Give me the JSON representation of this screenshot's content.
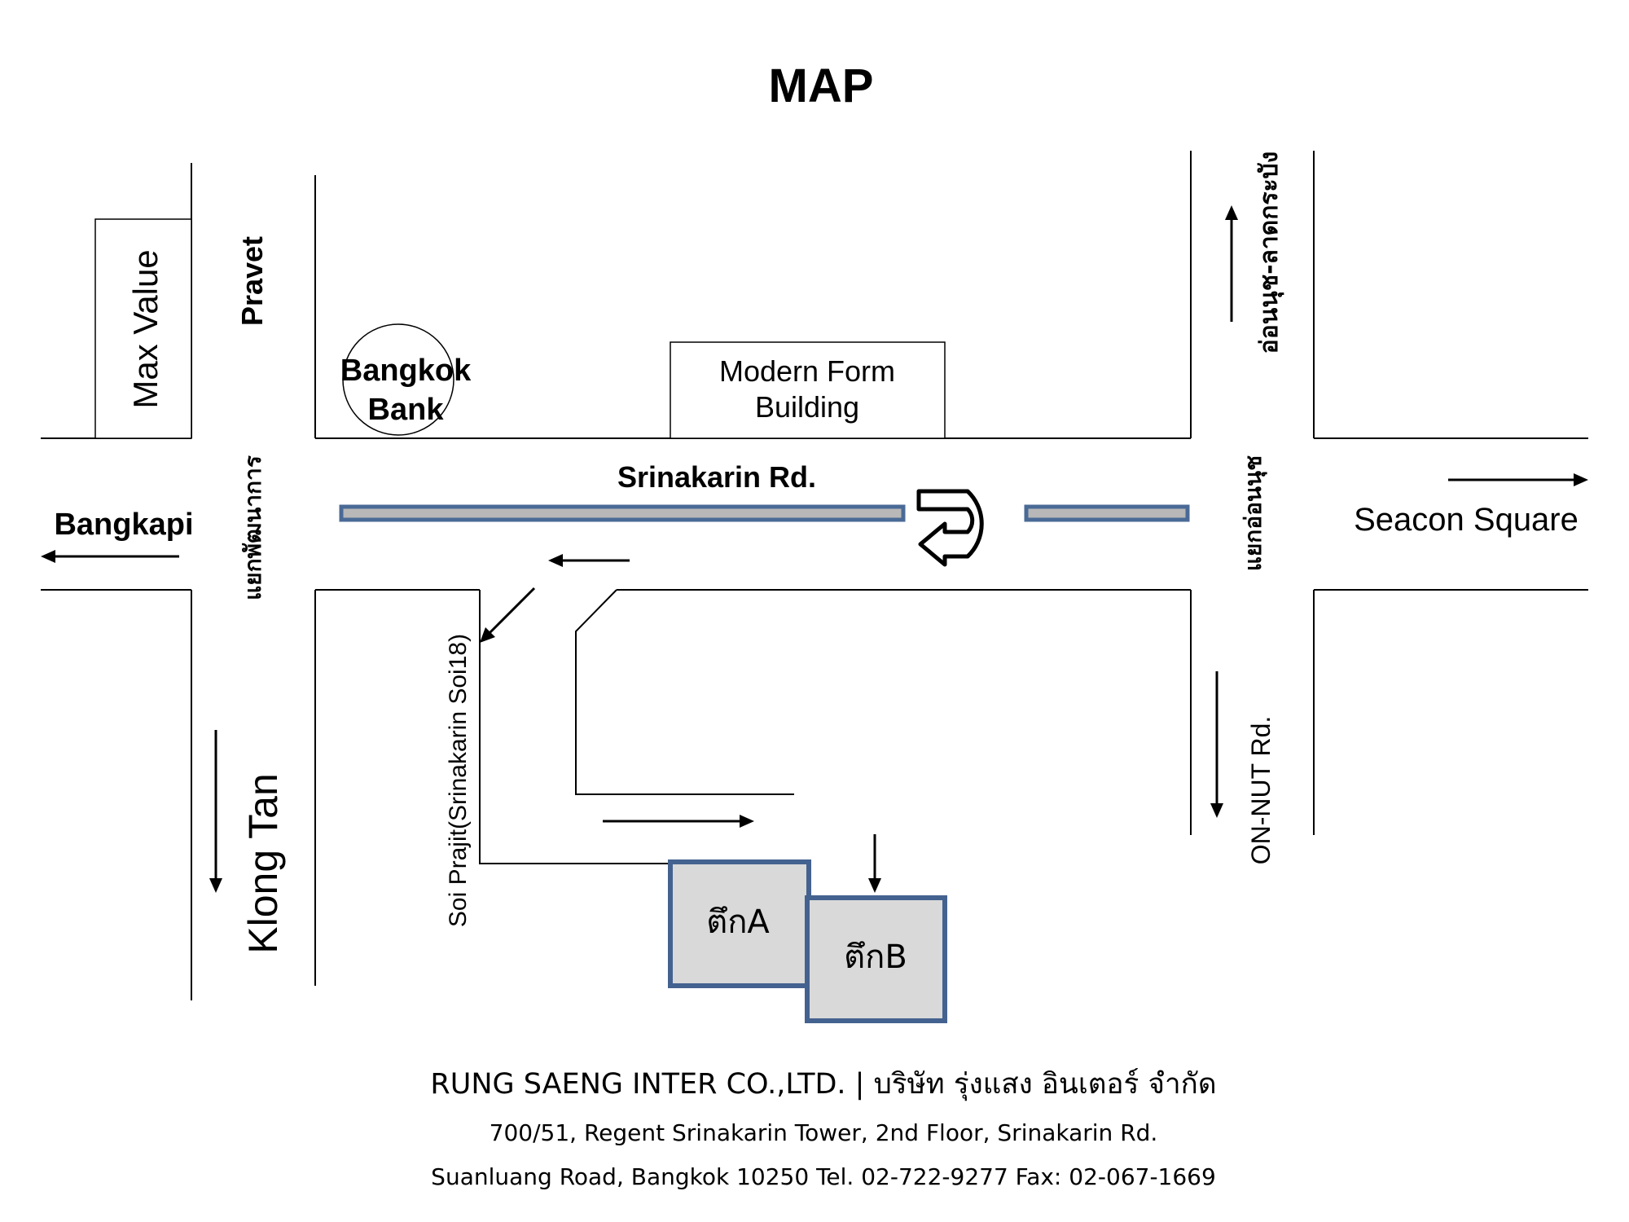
{
  "title": "MAP",
  "labels": {
    "max_value": "Max Value",
    "pravet": "Pravet",
    "bangkok_bank_line1": "Bangkok",
    "bangkok_bank_line2": "Bank",
    "modern_form_line1": "Modern Form",
    "modern_form_line2": "Building",
    "srinakarin": "Srinakarin Rd.",
    "bangkapi": "Bangkapi",
    "yaek_phatthanakan": "แยกพัฒนาการ",
    "yaek_onnut": "แยกอ่อนนุช",
    "onnut_latkrabang": "อ่อนนุช-ลาดกระบัง",
    "seacon_square": "Seacon Square",
    "klong_tan": "Klong Tan",
    "soi_prajit": "Soi Prajit(Srinakarin Soi18)",
    "on_nut_rd": "ON-NUT  Rd.",
    "building_a": "ตึกA",
    "building_b": "ตึกB"
  },
  "footer": {
    "company": "RUNG SAENG INTER CO.,LTD. | บริษัท รุ่งแสง อินเตอร์ จำกัด",
    "address1": "700/51, Regent Srinakarin Tower, 2nd Floor, Srinakarin Rd.",
    "address2": "Suanluang Road, Bangkok 10250  Tel. 02-722-9277    Fax: 02-067-1669"
  },
  "colors": {
    "building_fill": "#d9d9d9",
    "building_border": "#44628f",
    "median_fill": "#b8b8b8",
    "median_border": "#4a6a96"
  }
}
